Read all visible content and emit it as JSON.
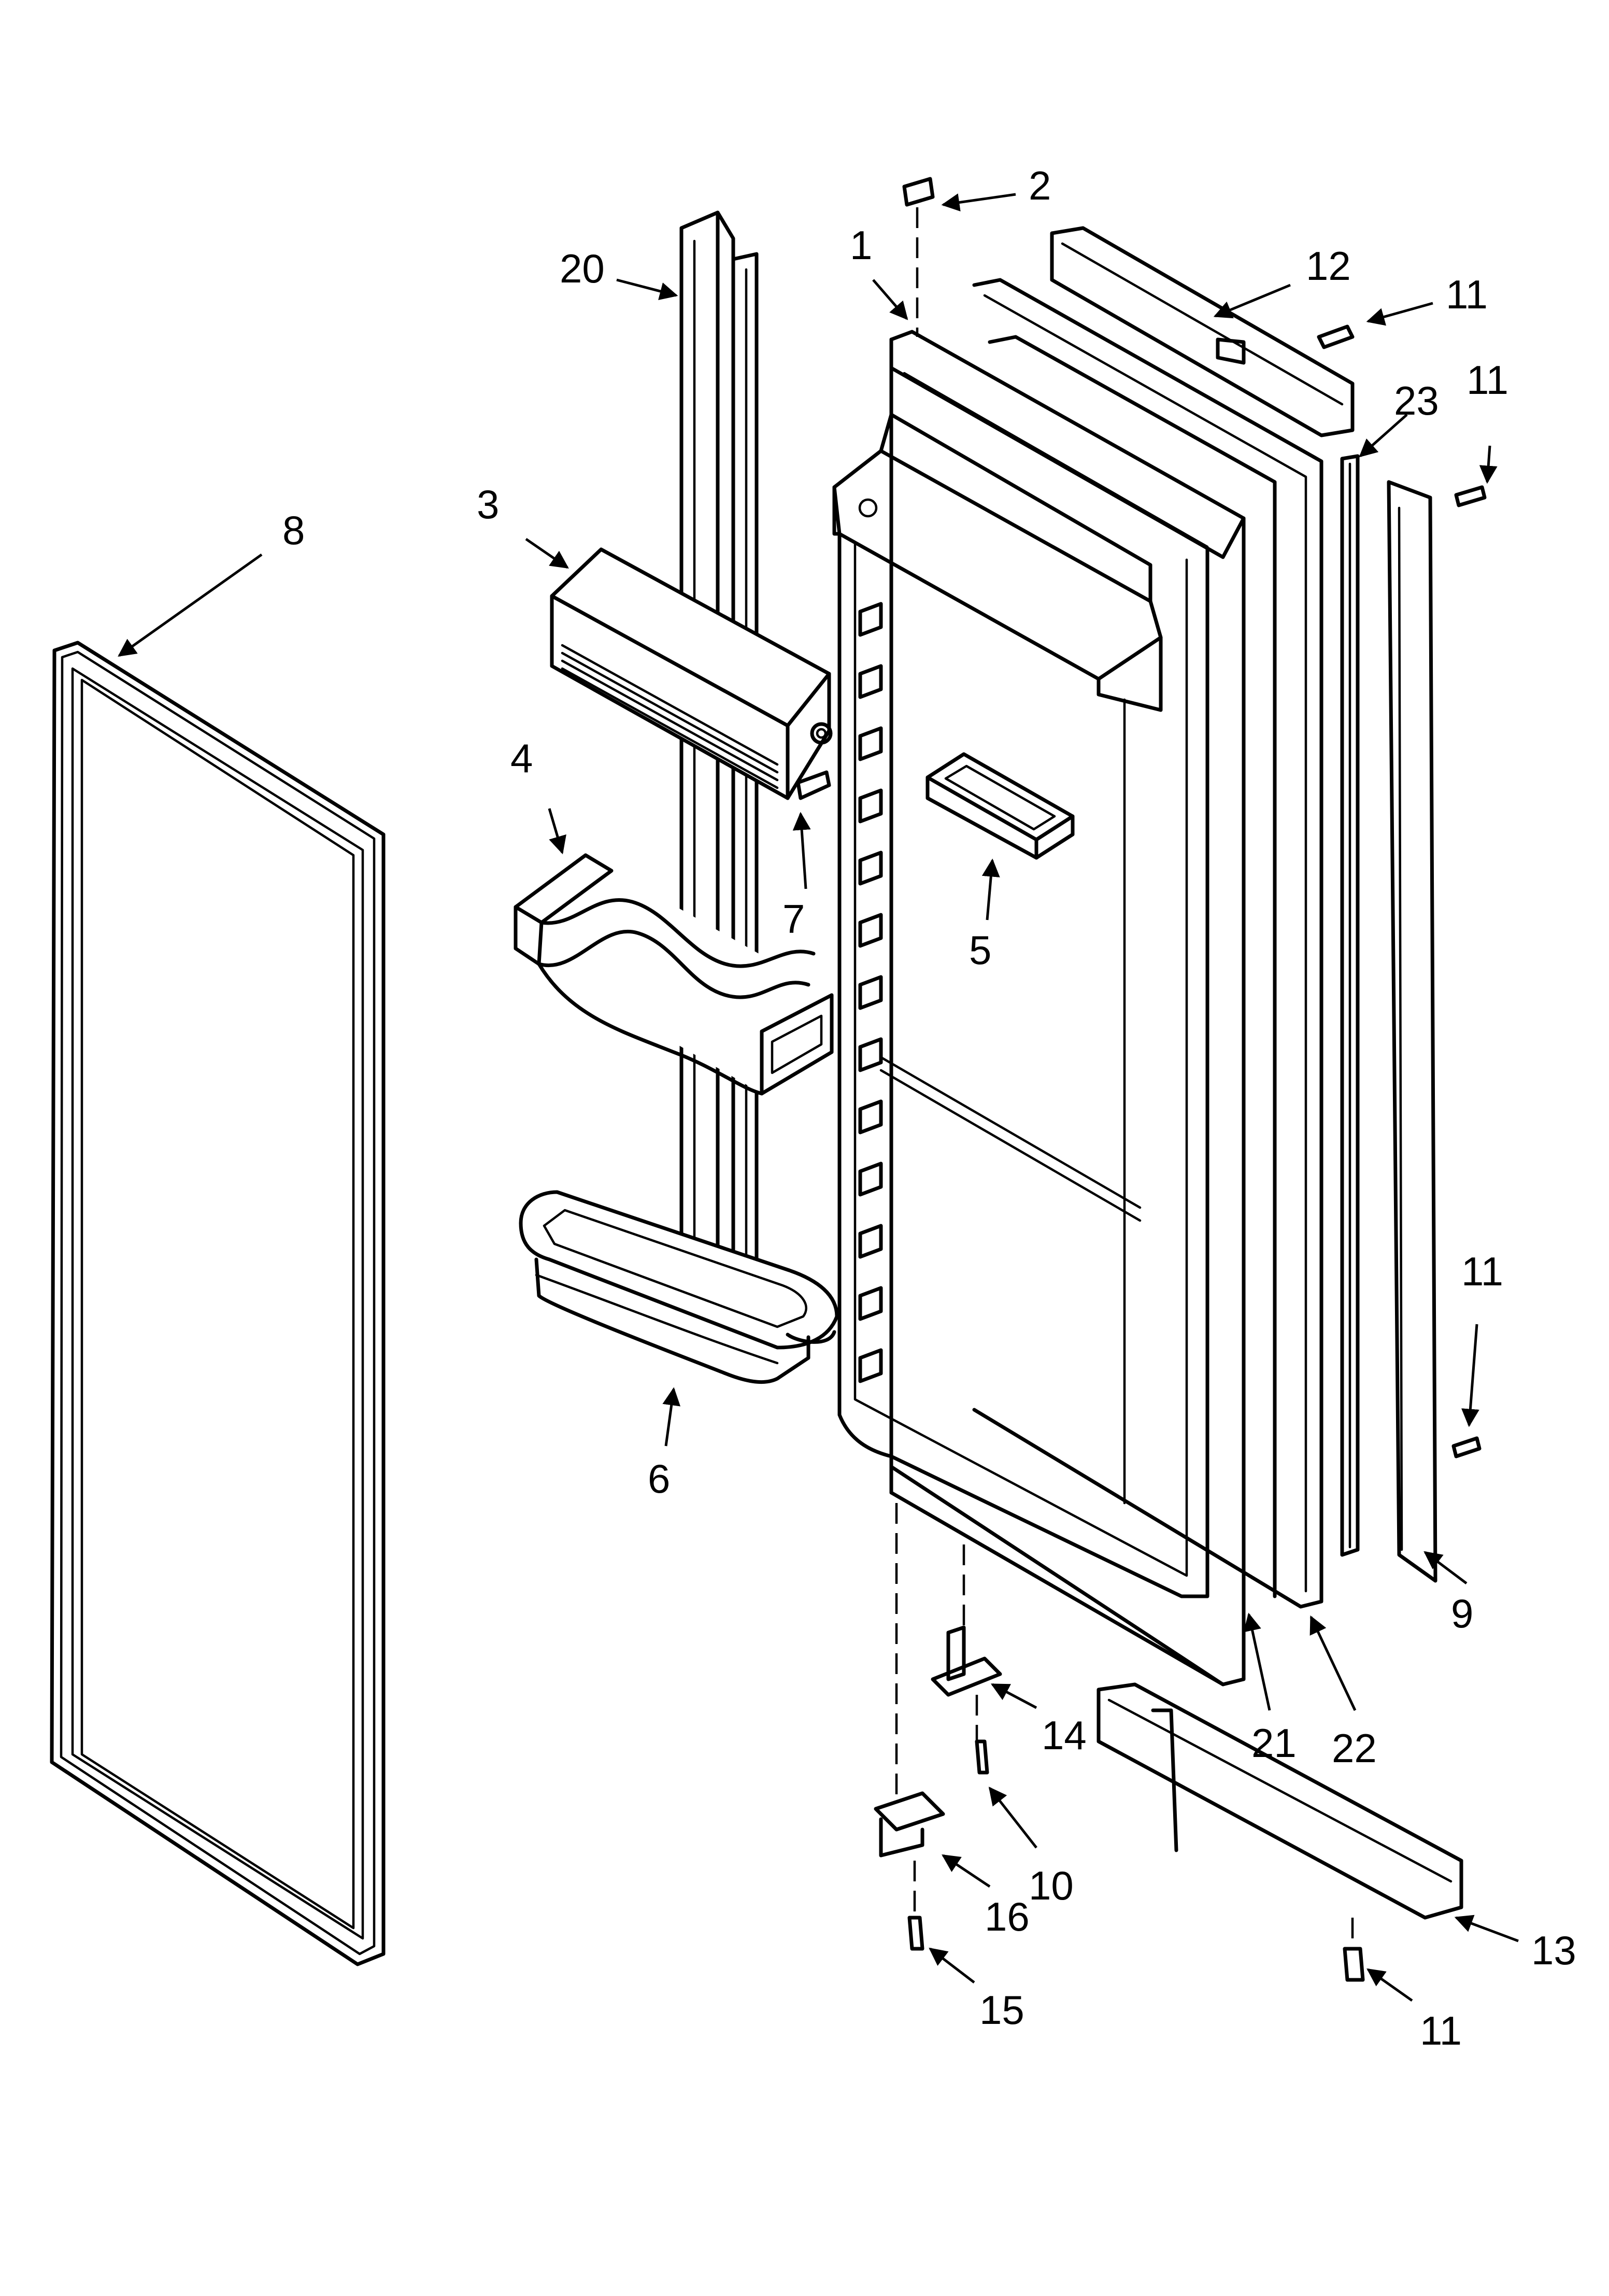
{
  "callouts": {
    "c1": "1",
    "c2": "2",
    "c3": "3",
    "c4": "4",
    "c5": "5",
    "c6": "6",
    "c7": "7",
    "c8": "8",
    "c9": "9",
    "c10": "10",
    "c11a": "11",
    "c11b": "11",
    "c11c": "11",
    "c11d": "11",
    "c12": "12",
    "c13": "13",
    "c14": "14",
    "c15": "15",
    "c16": "16",
    "c20": "20",
    "c21": "21",
    "c22": "22",
    "c23": "23"
  }
}
